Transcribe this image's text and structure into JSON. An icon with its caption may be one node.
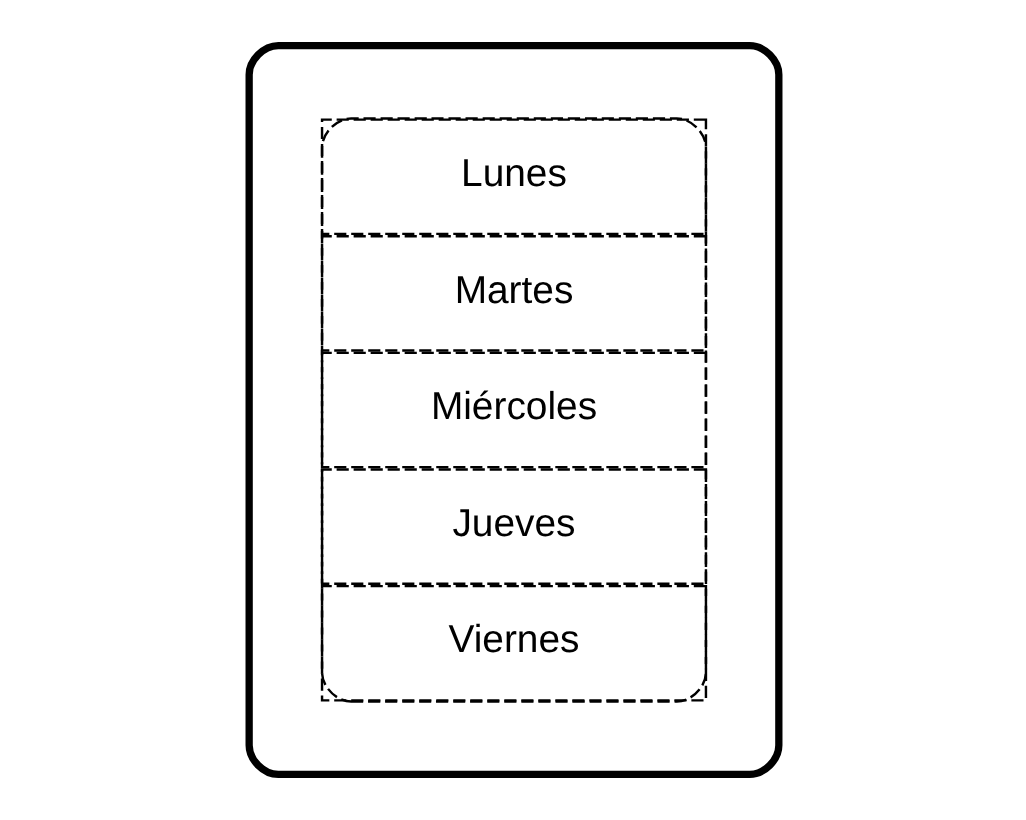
{
  "diagram": {
    "nodes": [
      {
        "text": [],
        "shape": "box"
      },
      {
        "text": [],
        "shape": "box",
        "in": 0
      },
      {
        "text": [
          "Lunes"
        ],
        "in": 1
      },
      {
        "text": [
          "Martes"
        ],
        "in": 1
      },
      {
        "text": [
          "Miércoles"
        ],
        "in": 1
      },
      {
        "text": [
          "Jueves"
        ],
        "in": 1
      },
      {
        "text": [
          "Viernes"
        ],
        "in": 1
      }
    ]
  }
}
